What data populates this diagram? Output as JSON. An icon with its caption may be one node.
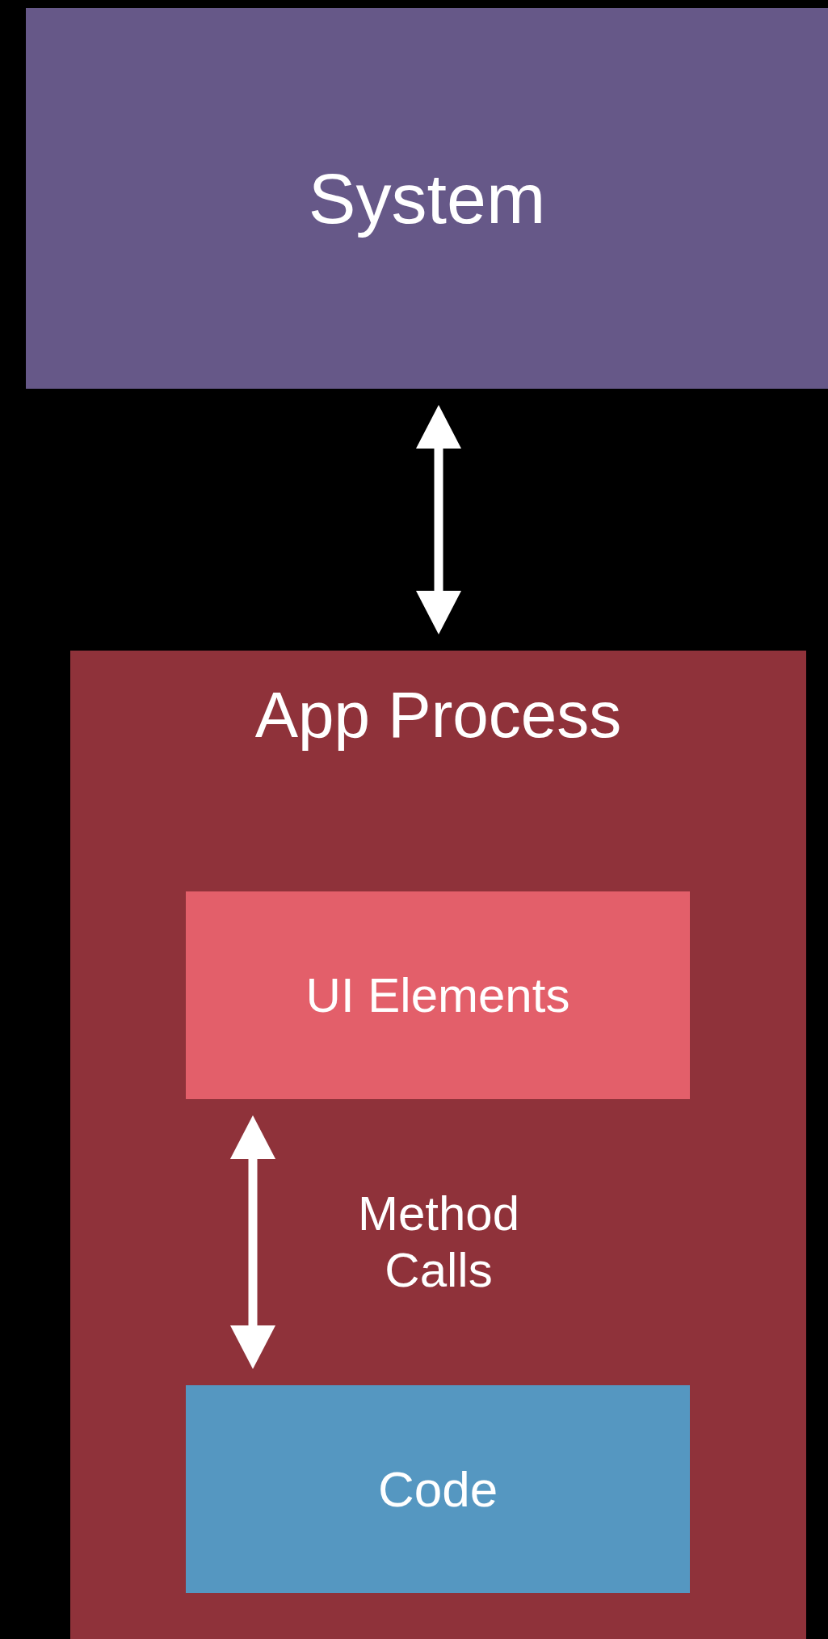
{
  "diagram": {
    "nodes": [
      {
        "text": [
          "System"
        ]
      },
      {
        "text": [
          "App Process"
        ]
      },
      {
        "text": [
          "UI Elements"
        ],
        "in": 1
      },
      {
        "text": [
          "Code"
        ],
        "in": 1
      }
    ],
    "edges": [
      {
        "from": 0,
        "to": 1,
        "arrow": "both"
      },
      {
        "from": 2,
        "to": 3,
        "arrow": "both",
        "label": "Method Calls"
      }
    ]
  }
}
